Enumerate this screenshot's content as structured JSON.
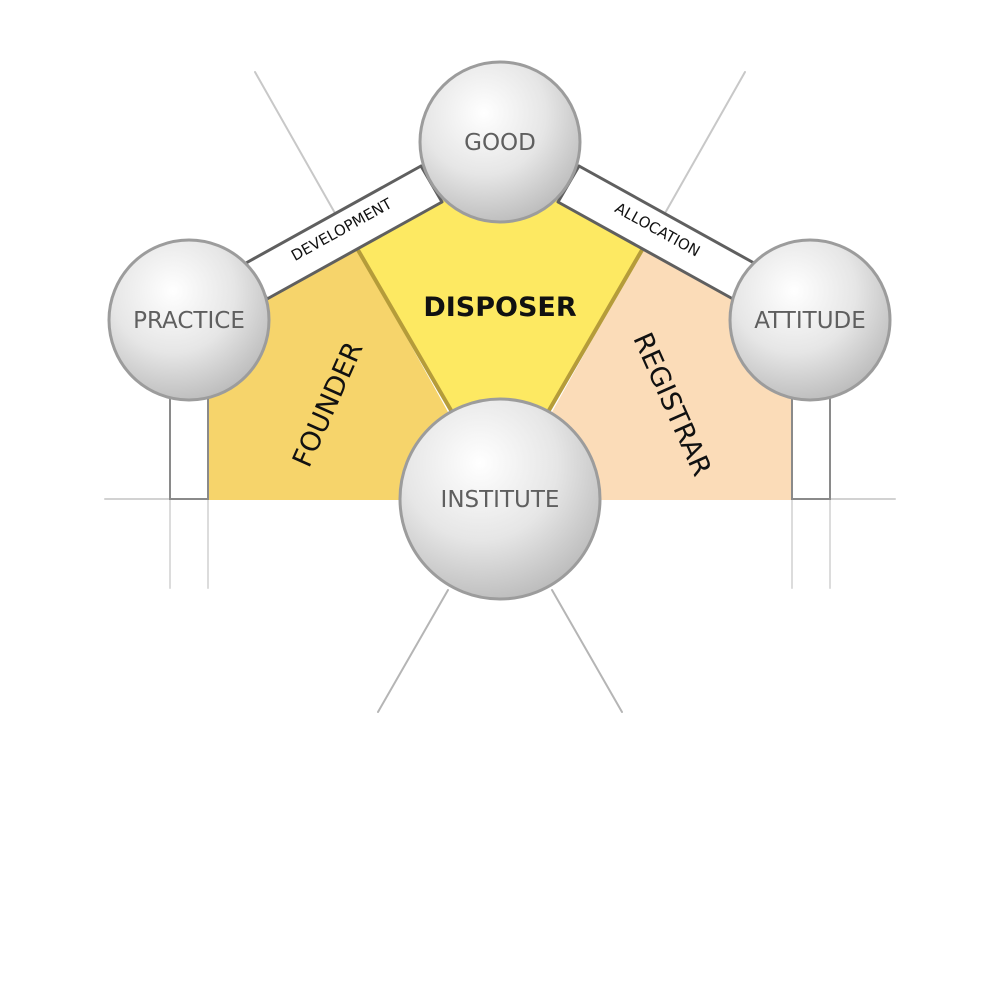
{
  "nodes": {
    "good": "GOOD",
    "practice": "PRACTICE",
    "attitude": "ATTITUDE",
    "institute": "INSTITUTE"
  },
  "regions": {
    "center": "DISPOSER",
    "left": "FOUNDER",
    "right": "REGISTRAR"
  },
  "connectors": {
    "left": "DEVELOPMENT",
    "right": "ALLOCATION"
  },
  "colors": {
    "center_fill": "#fde962",
    "left_fill": "#f6d46b",
    "right_fill": "#fbdcb8",
    "node_fill": "#dcdcdc",
    "node_stroke": "#9c9c9c",
    "connector_fill": "#ffffff",
    "connector_stroke": "#5f5f5f"
  }
}
